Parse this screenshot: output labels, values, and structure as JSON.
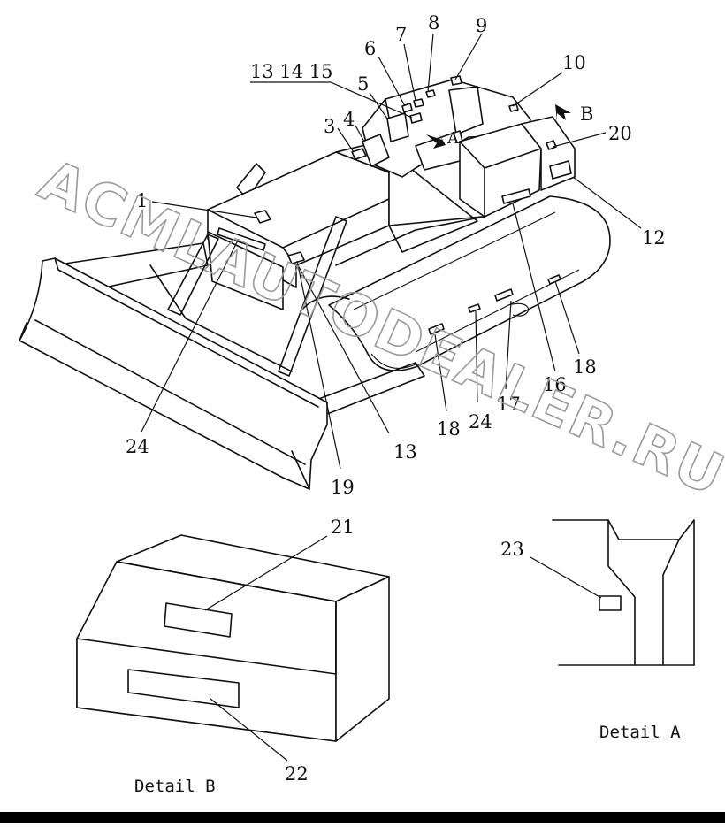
{
  "labels": {
    "l1": "1",
    "l3": "3",
    "l4": "4",
    "l5": "5",
    "l6": "6",
    "l7": "7",
    "l8": "8",
    "l9": "9",
    "l10": "10",
    "l12": "12",
    "l131415": "13 14 15",
    "l13": "13",
    "l16": "16",
    "l17": "17",
    "l18a": "18",
    "l18b": "18",
    "l19": "19",
    "l20": "20",
    "l21": "21",
    "l22": "22",
    "l23": "23",
    "l24a": "24",
    "l24b": "24",
    "arrowA": "A",
    "arrowB": "B"
  },
  "captions": {
    "detail_b": "Detail B",
    "detail_a": "Detail A"
  },
  "watermark": "ACMLAUTODEALER.RU"
}
